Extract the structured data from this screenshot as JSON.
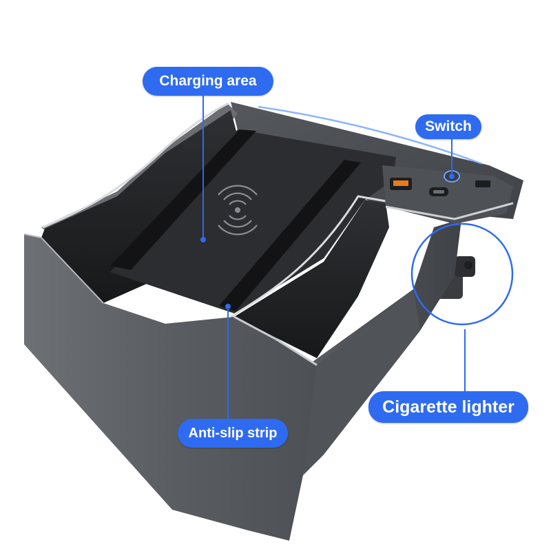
{
  "labels": {
    "charging_area": "Charging area",
    "switch": "Switch",
    "cigarette_lighter": "Cigarette lighter",
    "anti_slip_strip": "Anti-slip strip"
  },
  "colors": {
    "callout_fill": "#2e6bf0",
    "callout_text": "#ffffff",
    "leader_line": "#2e6bf0",
    "housing": "#5c5f64",
    "pad_top": "#4a4c50",
    "strip": "#1a1a1c"
  },
  "icons": {
    "charging": "wireless-charging-icon",
    "usb_a": "usb-a-port-icon",
    "usb_c": "usb-c-port-icon",
    "switch": "power-switch-icon"
  }
}
